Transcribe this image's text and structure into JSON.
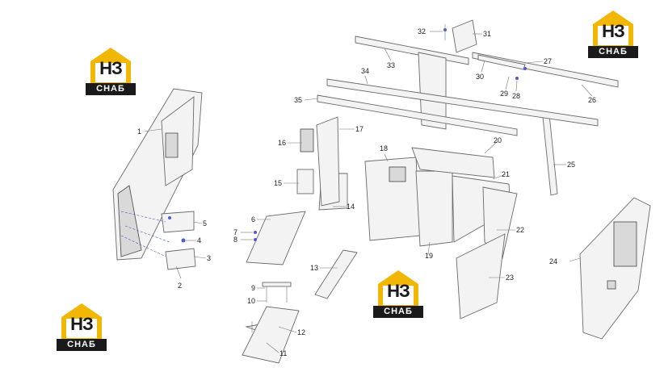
{
  "brand": {
    "logo_letters": "НЗ",
    "logo_subtitle": "СНАБ",
    "colors": {
      "house_yellow": "#f2b705",
      "text_dark": "#1a1a1a",
      "subtitle_bg": "#1a1a1a"
    }
  },
  "diagram": {
    "type": "exploded-parts-view",
    "colors": {
      "line": "#6a6a6a",
      "fill": "#f3f3f3",
      "fastener": "#4a5bd0"
    },
    "callouts": [
      "1",
      "2",
      "3",
      "4",
      "5",
      "6",
      "7",
      "8",
      "9",
      "10",
      "11",
      "12",
      "13",
      "14",
      "15",
      "16",
      "17",
      "18",
      "19",
      "20",
      "21",
      "22",
      "23",
      "24",
      "25",
      "26",
      "27",
      "28",
      "29",
      "30",
      "31",
      "32",
      "33",
      "34",
      "35"
    ]
  }
}
